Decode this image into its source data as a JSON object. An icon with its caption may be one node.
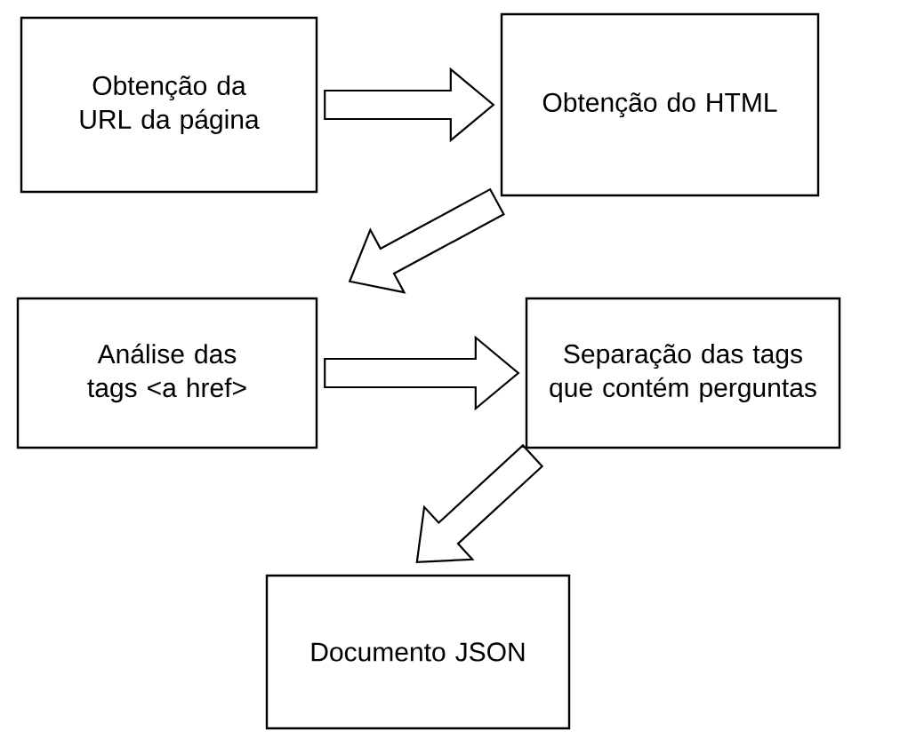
{
  "diagram": {
    "nodes": [
      {
        "text": [
          "Obtenção da URL da página"
        ]
      },
      {
        "text": [
          "Obtenção do HTML"
        ]
      },
      {
        "text": [
          "Análise das tags <a href>"
        ]
      },
      {
        "text": [
          "Separação das tags que contém perguntas"
        ]
      },
      {
        "text": [
          "Documento JSON"
        ]
      }
    ],
    "edges": [
      {
        "from": 0,
        "to": 1,
        "arrow": "to"
      },
      {
        "from": 1,
        "to": 2,
        "arrow": "to"
      },
      {
        "from": 2,
        "to": 3,
        "arrow": "to"
      },
      {
        "from": 3,
        "to": 4,
        "arrow": "to"
      }
    ]
  }
}
